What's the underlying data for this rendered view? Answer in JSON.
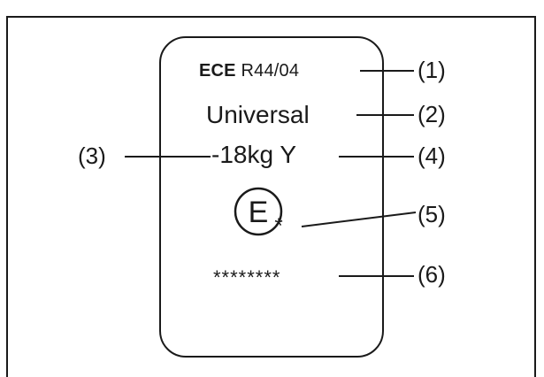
{
  "label": {
    "standard_prefix": "ECE",
    "standard_code": " R44/04",
    "category": "Universal",
    "mass_group": "-18kg Y",
    "approval_letter": "E",
    "approval_symbol": "*",
    "approval_number": "********"
  },
  "callouts": [
    "(1)",
    "(2)",
    "(3)",
    "(4)",
    "(5)",
    "(6)"
  ]
}
